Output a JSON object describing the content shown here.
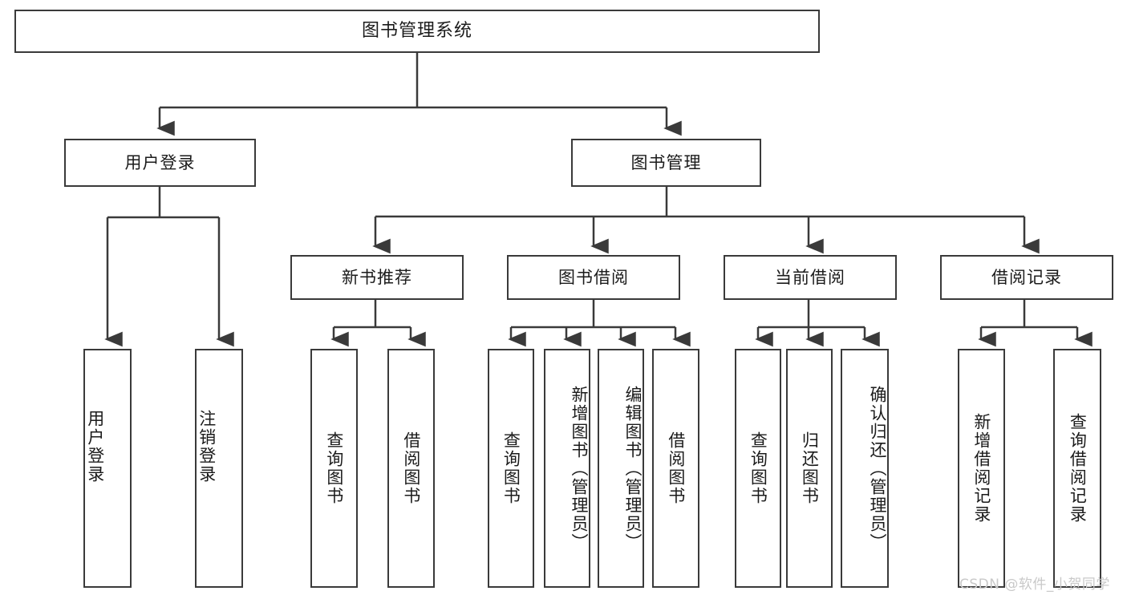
{
  "diagram": {
    "title": "图书管理系统",
    "root": {
      "label": "图书管理系统"
    },
    "level1": [
      {
        "label": "用户登录"
      },
      {
        "label": "图书管理"
      }
    ],
    "level2": [
      {
        "label": "新书推荐"
      },
      {
        "label": "图书借阅"
      },
      {
        "label": "当前借阅"
      },
      {
        "label": "借阅记录"
      }
    ],
    "leaves": {
      "user_login": [
        {
          "label": "用户登录"
        },
        {
          "label": "注销登录"
        }
      ],
      "new_book_recommend": [
        {
          "label": "查询图书"
        },
        {
          "label": "借阅图书"
        }
      ],
      "book_borrow": [
        {
          "label": "查询图书"
        },
        {
          "label": "新增图书（管理员）"
        },
        {
          "label": "编辑图书（管理员）"
        },
        {
          "label": "借阅图书"
        }
      ],
      "current_borrow": [
        {
          "label": "查询图书"
        },
        {
          "label": "归还图书"
        },
        {
          "label": "确认归还（管理员）"
        }
      ],
      "borrow_record": [
        {
          "label": "新增借阅记录"
        },
        {
          "label": "查询借阅记录"
        }
      ]
    }
  },
  "watermark": {
    "text": "CSDN @软件_小贺同学"
  },
  "colors": {
    "stroke": "#3a3a3a",
    "text": "#1b1b1b",
    "background": "#ffffff",
    "watermark": "#c9c9c9"
  }
}
